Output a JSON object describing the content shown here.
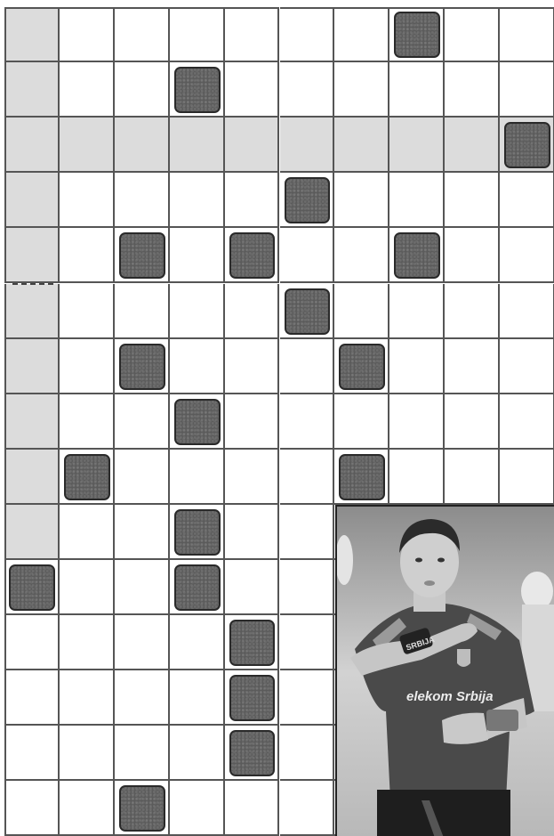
{
  "puzzle": {
    "cols": 10,
    "rows": 15,
    "shaded_rows": [
      2
    ],
    "shaded_first_col_rows": [
      0,
      1,
      2,
      3,
      4,
      5,
      6,
      7,
      8,
      9
    ],
    "blocks": [
      [
        0,
        7
      ],
      [
        1,
        3
      ],
      [
        2,
        9
      ],
      [
        3,
        5
      ],
      [
        4,
        2
      ],
      [
        4,
        4
      ],
      [
        4,
        7
      ],
      [
        5,
        5
      ],
      [
        6,
        2
      ],
      [
        6,
        6
      ],
      [
        7,
        3
      ],
      [
        8,
        1
      ],
      [
        8,
        6
      ],
      [
        9,
        3
      ],
      [
        10,
        0
      ],
      [
        10,
        3
      ],
      [
        11,
        4
      ],
      [
        12,
        4
      ],
      [
        13,
        4
      ],
      [
        14,
        2
      ]
    ],
    "photo": {
      "jersey_text": "elekom Srbija",
      "wristband_text": "SRBIJA"
    },
    "colors": {
      "block": "#5b5b5b",
      "shade": "#dcdcdc",
      "grid": "#555555"
    }
  }
}
